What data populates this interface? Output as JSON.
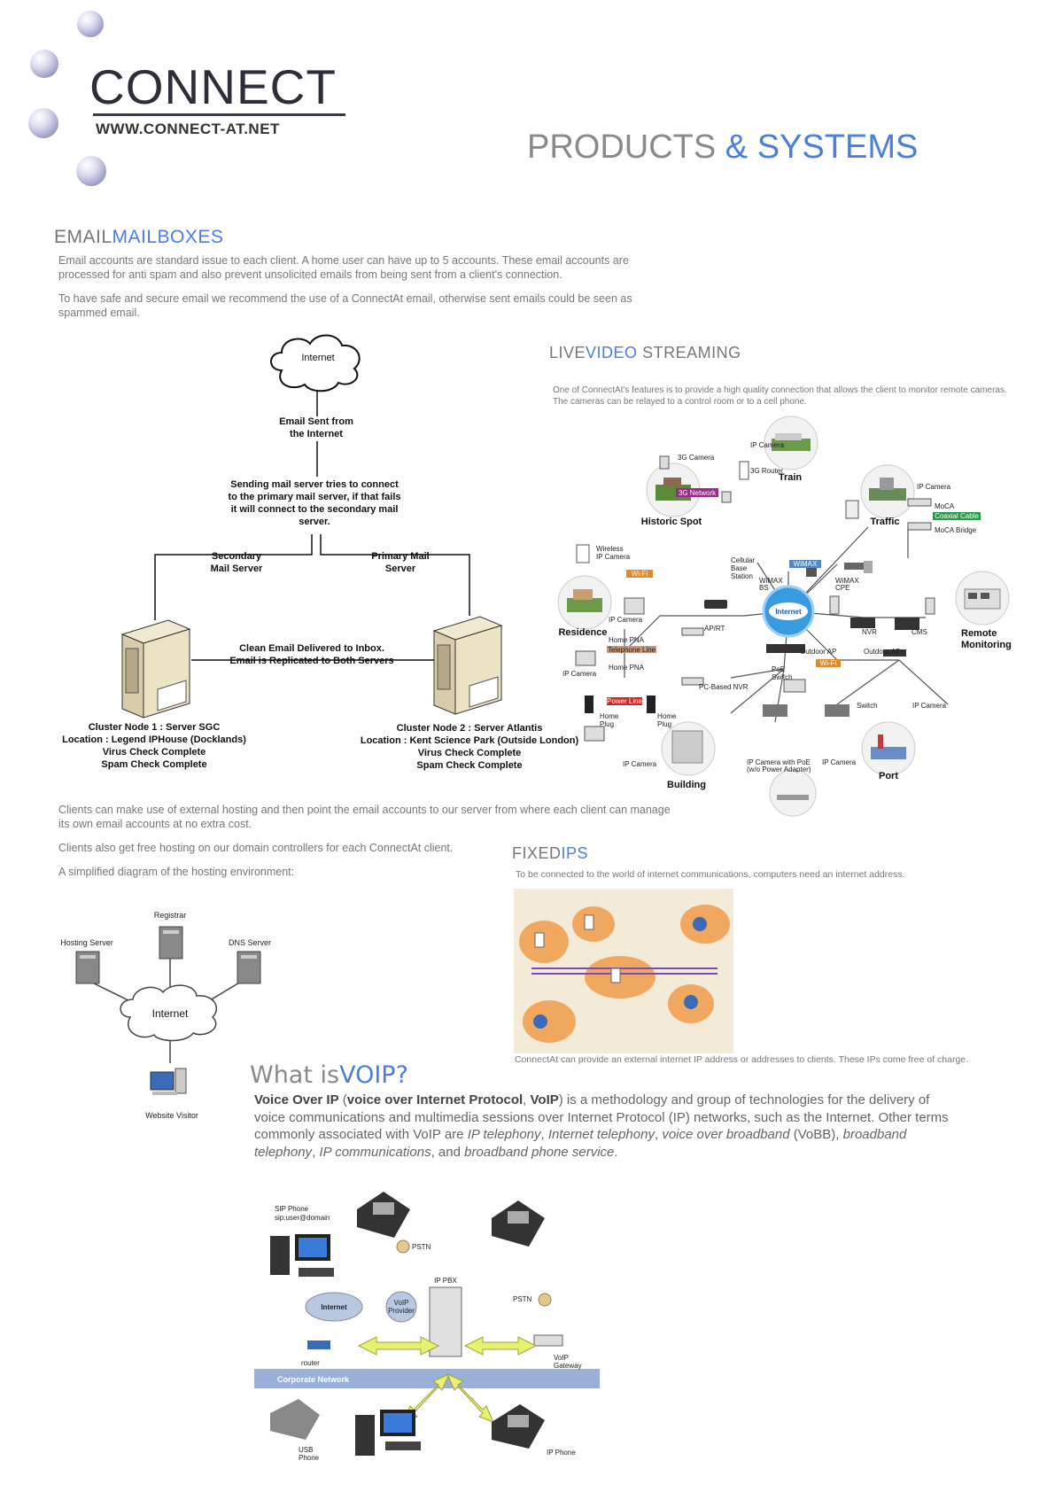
{
  "logo": {
    "word": "CONNECT",
    "url": "WWW.CONNECT-AT.NET"
  },
  "page_title": {
    "part1": "PRODUCTS",
    "amp": "&",
    "part2": "SYSTEMS"
  },
  "email": {
    "title_a": "EMAIL",
    "title_b": "MAILBOXES",
    "p1": "Email accounts are standard issue to each client. A home user can have up to 5 accounts. These email accounts are processed for anti spam and also prevent unsolicited emails from being sent from a client's connection.",
    "p2": "To have safe and secure email we recommend the use of a ConnectAt email, otherwise sent emails could be seen as spammed email.",
    "p3": "Clients can make use of external hosting and then point the email accounts to our server from where each client can manage its own email accounts at no extra cost.",
    "p4": "Clients also get free hosting on our domain controllers for each ConnectAt client.",
    "p5": "A simplified diagram of the hosting environment:"
  },
  "mail_diagram": {
    "internet": "Internet",
    "sent_from_1": "Email Sent from",
    "sent_from_2": "the Internet",
    "sending_1": "Sending mail server tries to connect",
    "sending_2": "to the primary mail server, if that fails",
    "sending_3": "it will connect to the secondary mail",
    "sending_4": "server.",
    "secondary_1": "Secondary",
    "secondary_2": "Mail Server",
    "primary_1": "Primary Mail",
    "primary_2": "Server",
    "clean_1": "Clean Email Delivered to Inbox.",
    "clean_2": "Email is Replicated to Both Servers",
    "node1": [
      "Cluster Node 1 : Server SGC",
      "Location : Legend IPHouse (Docklands)",
      "Virus Check Complete",
      "Spam Check Complete"
    ],
    "node2": [
      "Cluster Node 2 : Server Atlantis",
      "Location : Kent Science Park (Outside London)",
      "Virus Check Complete",
      "Spam Check Complete"
    ]
  },
  "video": {
    "title_a": "LIVE",
    "title_b": "VIDEO",
    "title_c": "STREAMING",
    "p1": "One of ConnectAt's features is to provide a high quality connection that allows the client to monitor remote cameras.",
    "p2": "The cameras can be relayed to a control room or to a cell phone."
  },
  "video_diagram": {
    "internet": "Internet",
    "train": "Train",
    "historic": "Historic  Spot",
    "traffic": "Traffic",
    "residence": "Residence",
    "remote_1": "Remote",
    "remote_2": "Monitoring",
    "building": "Building",
    "port": "Port",
    "ip_camera": "IP Camera",
    "cam_3g": "3G Camera",
    "router_3g": "3G Router",
    "net_3g": "3G Network",
    "wireless_1": "Wireless",
    "wireless_2": "IP Camera",
    "wifi": "Wi-Fi",
    "cellular_1": "Cellular",
    "cellular_2": "Base",
    "cellular_3": "Station",
    "wimax": "WiMAX",
    "wimax_bs_1": "WiMAX",
    "wimax_bs_2": "BS",
    "wimax_cpe_1": "WiMAX",
    "wimax_cpe_2": "CPE",
    "moca": "MoCA",
    "coax": "Coaxial Cable",
    "moca_bridge": "MoCA Bridge",
    "ap_rt": "AP/RT",
    "home_pna": "Home PNA",
    "phone_line": "Telephone Line",
    "nvr": "NVR",
    "cms": "CMS",
    "outdoor_ap": "Outdoor AP",
    "poe_1": "PoE",
    "poe_2": "Switch",
    "pc_nvr": "PC-Based NVR",
    "power_line": "Power Line",
    "home_plug_1": "Home",
    "home_plug_2": "Plug",
    "switch": "Switch",
    "poe_cam_1": "IP Camera with PoE",
    "poe_cam_2": "(w/o Power Adapter)"
  },
  "hosting_diagram": {
    "registrar": "Registrar",
    "hosting": "Hosting Server",
    "dns": "DNS Server",
    "internet": "Internet",
    "visitor": "Website Visitor"
  },
  "fixed": {
    "title_a": "FIXED",
    "title_b": "IPS",
    "p1": "To be connected to the world of internet communications, computers need an internet address.",
    "p2": "ConnectAt can provide an external internet IP address or addresses to clients.  These IPs come free of charge."
  },
  "voip": {
    "title_a": "What is",
    "title_b": "VOIP?",
    "t1": "Voice Over IP",
    "t2": " (",
    "t3": "voice over Internet Protocol",
    "t4": ", ",
    "t5": "VoIP",
    "t6": ") is a methodology and group of technologies for the delivery of voice communications and multimedia sessions over Internet Protocol (IP) networks, such as the Internet. Other terms commonly associated with VoIP are ",
    "t7": "IP telephony",
    "t8": ", ",
    "t9": "Internet telephony",
    "t10": ", ",
    "t11": "voice over broadband",
    "t12": " (VoBB), ",
    "t13": "broadband telephony",
    "t14": ", ",
    "t15": "IP communications",
    "t16": ", and ",
    "t17": "broadband phone service",
    "t18": "."
  },
  "voip_diagram": {
    "sip_1": "SIP Phone",
    "sip_2": "sip:user@domain",
    "pstn": "PSTN",
    "ip_pbx": "IP PBX",
    "internet": "Internet",
    "provider_1": "VoIP",
    "provider_2": "Provider",
    "router": "router",
    "gateway_1": "VoIP",
    "gateway_2": "Gateway",
    "corporate": "Corporate Network",
    "usb_1": "USB",
    "usb_2": "Phone",
    "ip_phone": "IP Phone"
  }
}
